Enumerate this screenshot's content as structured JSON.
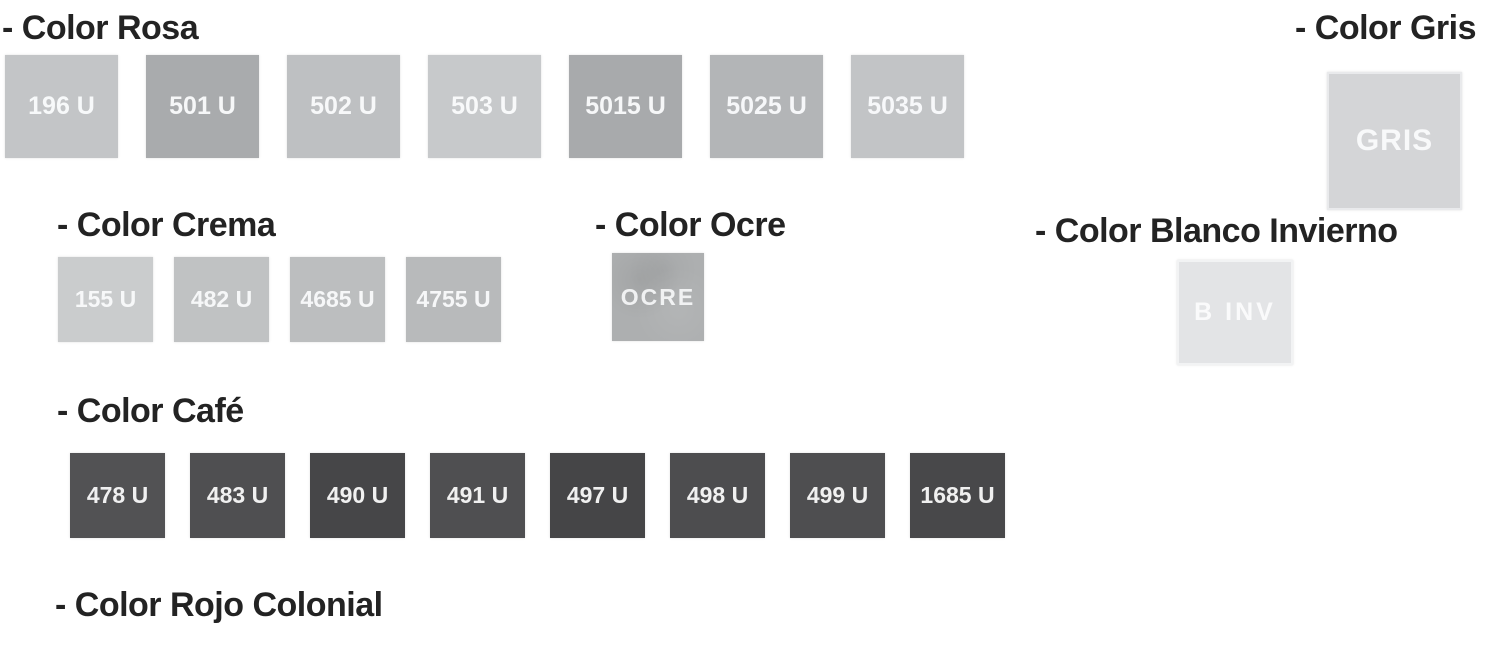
{
  "document": {
    "background": "#ffffff",
    "heading_color": "#232323",
    "swatch_label_color": "#fcfdfe"
  },
  "sections": {
    "rosa": {
      "title": "- Color Rosa",
      "swatches": [
        {
          "label": "196 U",
          "color": "#c3c5c7"
        },
        {
          "label": "501 U",
          "color": "#a9abad"
        },
        {
          "label": "502 U",
          "color": "#bec0c2"
        },
        {
          "label": "503 U",
          "color": "#c7c9cb"
        },
        {
          "label": "5015 U",
          "color": "#a8aaac"
        },
        {
          "label": "5025 U",
          "color": "#b3b5b7"
        },
        {
          "label": "5035 U",
          "color": "#c2c4c6"
        }
      ]
    },
    "gris": {
      "title": "- Color Gris",
      "swatches": [
        {
          "label": "GRIS",
          "color": "#d4d5d7",
          "border": "#e9eaec"
        }
      ]
    },
    "crema": {
      "title": "- Color Crema",
      "swatches": [
        {
          "label": "155 U",
          "color": "#cacccd"
        },
        {
          "label": "482 U",
          "color": "#c0c2c3"
        },
        {
          "label": "4685 U",
          "color": "#bcbebf"
        },
        {
          "label": "4755 U",
          "color": "#b8babb"
        }
      ]
    },
    "ocre": {
      "title": "- Color Ocre",
      "swatches": [
        {
          "label": "OCRE",
          "color": "#adafb0"
        }
      ]
    },
    "blanco_invierno": {
      "title": "- Color Blanco Invierno",
      "swatches": [
        {
          "label": "B INV",
          "color": "#e3e4e6",
          "border": "#f2f3f4"
        }
      ]
    },
    "cafe": {
      "title": "- Color Café",
      "swatches": [
        {
          "label": "478 U",
          "color": "#525254"
        },
        {
          "label": "483 U",
          "color": "#4f4f51"
        },
        {
          "label": "490 U",
          "color": "#464648"
        },
        {
          "label": "491 U",
          "color": "#4f4f51"
        },
        {
          "label": "497 U",
          "color": "#454547"
        },
        {
          "label": "498 U",
          "color": "#4d4d4f"
        },
        {
          "label": "499 U",
          "color": "#4e4e50"
        },
        {
          "label": "1685 U",
          "color": "#48484a"
        }
      ]
    },
    "rojo_colonial": {
      "title": "- Color Rojo Colonial",
      "swatches": []
    }
  }
}
